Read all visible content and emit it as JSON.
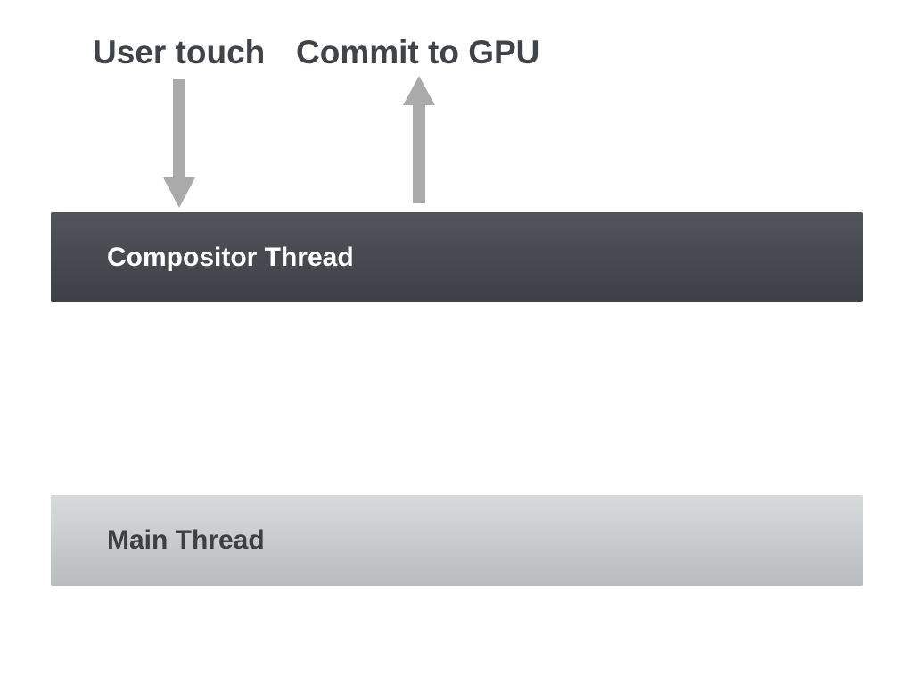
{
  "diagram": {
    "labels": {
      "user_touch": "User touch",
      "commit_to_gpu": "Commit to GPU"
    },
    "arrows": [
      {
        "name": "user-touch-down-arrow",
        "direction": "down",
        "from": "User touch",
        "to": "Compositor Thread"
      },
      {
        "name": "commit-to-gpu-up-arrow",
        "direction": "up",
        "from": "Compositor Thread",
        "to": "Commit to GPU"
      }
    ],
    "bars": {
      "compositor": {
        "label": "Compositor Thread"
      },
      "main": {
        "label": "Main Thread"
      }
    },
    "colors": {
      "background": "#ffffff",
      "label_text": "#404347",
      "arrow": "#aaaaaa",
      "compositor_top": "#51555b",
      "compositor_bottom": "#3d4146",
      "compositor_text": "#ffffff",
      "main_top": "#d8dadb",
      "main_bottom": "#b9bcbd",
      "main_text": "#3c4043"
    }
  }
}
